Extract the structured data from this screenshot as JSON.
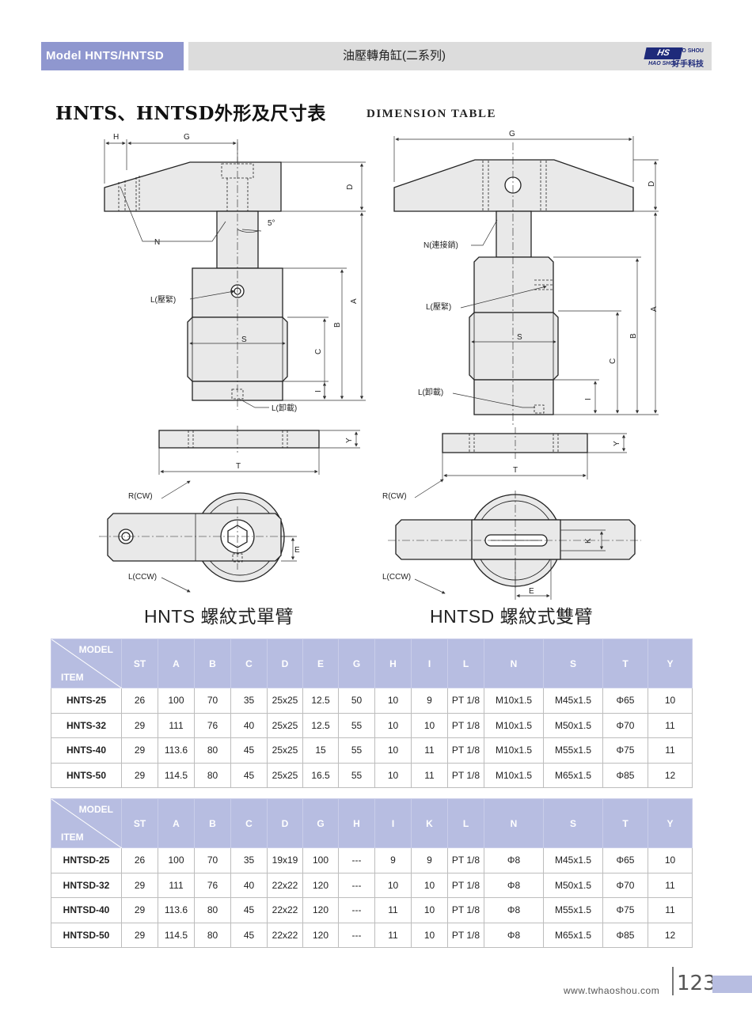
{
  "header": {
    "model_label": "Model HNTS/HNTSD",
    "title": "油壓轉角缸(二系列)",
    "logo": "HS",
    "logo_sub": "HAO SHOU",
    "brand_en": "HAO SHOU",
    "brand_zh": "好手科技"
  },
  "page_title": "HNTS、HNTSD外形及尺寸表",
  "page_subtitle": "DIMENSION TABLE",
  "drawings": {
    "left": {
      "labels": {
        "h": "H",
        "g": "G",
        "d": "D",
        "n": "N",
        "angle": "5°",
        "l_press": "L(壓緊)",
        "a": "A",
        "b": "B",
        "s": "S",
        "c": "C",
        "i": "I",
        "l_release": "L(卸載)",
        "y": "Y",
        "t": "T",
        "r_cw": "R(CW)",
        "e": "E",
        "l_ccw": "L(CCW)"
      },
      "caption": "HNTS 螺紋式單臂"
    },
    "right": {
      "labels": {
        "g": "G",
        "d": "D",
        "n": "N(連接銷)",
        "l_press": "L(壓緊)",
        "a": "A",
        "b": "B",
        "s": "S",
        "c": "C",
        "i": "I",
        "l_release": "L(卸載)",
        "y": "Y",
        "t": "T",
        "r_cw": "R(CW)",
        "k": "K",
        "e": "E",
        "l_ccw": "L(CCW)"
      },
      "caption": "HNTSD 螺紋式雙臂"
    }
  },
  "table_hnts": {
    "corner_model": "MODEL",
    "corner_item": "ITEM",
    "columns": [
      "ST",
      "A",
      "B",
      "C",
      "D",
      "E",
      "G",
      "H",
      "I",
      "L",
      "N",
      "S",
      "T",
      "Y"
    ],
    "rows": [
      [
        "HNTS-25",
        "26",
        "100",
        "70",
        "35",
        "25x25",
        "12.5",
        "50",
        "10",
        "9",
        "PT 1/8",
        "M10x1.5",
        "M45x1.5",
        "Φ65",
        "10"
      ],
      [
        "HNTS-32",
        "29",
        "111",
        "76",
        "40",
        "25x25",
        "12.5",
        "55",
        "10",
        "10",
        "PT 1/8",
        "M10x1.5",
        "M50x1.5",
        "Φ70",
        "11"
      ],
      [
        "HNTS-40",
        "29",
        "113.6",
        "80",
        "45",
        "25x25",
        "15",
        "55",
        "10",
        "11",
        "PT 1/8",
        "M10x1.5",
        "M55x1.5",
        "Φ75",
        "11"
      ],
      [
        "HNTS-50",
        "29",
        "114.5",
        "80",
        "45",
        "25x25",
        "16.5",
        "55",
        "10",
        "11",
        "PT 1/8",
        "M10x1.5",
        "M65x1.5",
        "Φ85",
        "12"
      ]
    ]
  },
  "table_hntsd": {
    "corner_model": "MODEL",
    "corner_item": "ITEM",
    "columns": [
      "ST",
      "A",
      "B",
      "C",
      "D",
      "G",
      "H",
      "I",
      "K",
      "L",
      "N",
      "S",
      "T",
      "Y"
    ],
    "rows": [
      [
        "HNTSD-25",
        "26",
        "100",
        "70",
        "35",
        "19x19",
        "100",
        "---",
        "9",
        "9",
        "PT 1/8",
        "Φ8",
        "M45x1.5",
        "Φ65",
        "10"
      ],
      [
        "HNTSD-32",
        "29",
        "111",
        "76",
        "40",
        "22x22",
        "120",
        "---",
        "10",
        "10",
        "PT 1/8",
        "Φ8",
        "M50x1.5",
        "Φ70",
        "11"
      ],
      [
        "HNTSD-40",
        "29",
        "113.6",
        "80",
        "45",
        "22x22",
        "120",
        "---",
        "11",
        "10",
        "PT 1/8",
        "Φ8",
        "M55x1.5",
        "Φ75",
        "11"
      ],
      [
        "HNTSD-50",
        "29",
        "114.5",
        "80",
        "45",
        "22x22",
        "120",
        "---",
        "11",
        "10",
        "PT 1/8",
        "Φ8",
        "M65x1.5",
        "Φ85",
        "12"
      ]
    ]
  },
  "footer": {
    "url": "www.twhaoshou.com",
    "page_number": "123"
  }
}
